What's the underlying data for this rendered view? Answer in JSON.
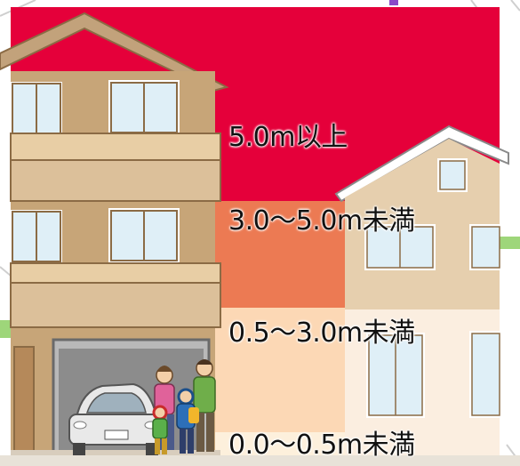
{
  "legend": {
    "levels": [
      {
        "label": "5.0m以上",
        "color": "#e5003a"
      },
      {
        "label": "3.0～5.0m未満",
        "color": "#f6ac7c"
      },
      {
        "label": "0.5～3.0m未満",
        "color": "#fcd8b5"
      },
      {
        "label": "0.0～0.5m未満",
        "color": "#fdf0dc"
      }
    ],
    "band_highlight_color": "#ec7a53"
  }
}
